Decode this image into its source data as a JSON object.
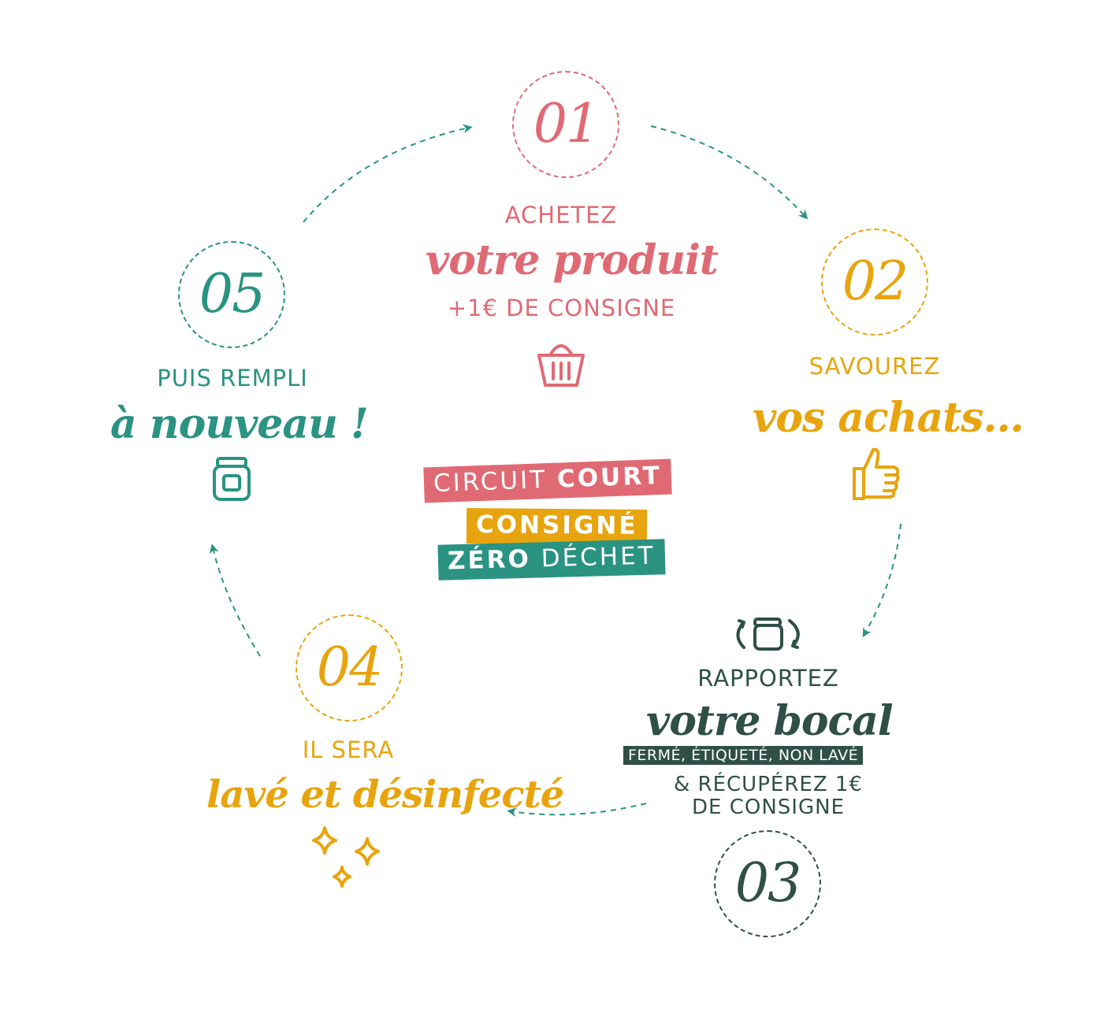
{
  "colors": {
    "red": "#e06a74",
    "orange": "#e8a40e",
    "teal": "#2a9382",
    "dark_green": "#2f4f47"
  },
  "steps": [
    {
      "number": "01",
      "line1": "ACHETEZ",
      "script": "votre produit",
      "line3": "+1€ DE CONSIGNE",
      "icon": "basket-icon"
    },
    {
      "number": "02",
      "line1": "SAVOUREZ",
      "script": "vos achats...",
      "icon": "thumbs-up-icon"
    },
    {
      "number": "03",
      "line1": "RAPPORTEZ",
      "script": "votre bocal",
      "tag": "FERMÉ, ÉTIQUETÉ, NON LAVÉ",
      "line4": "& RÉCUPÉREZ 1€",
      "line5": "DE CONSIGNE",
      "icon": "jar-return-icon"
    },
    {
      "number": "04",
      "line1": "IL SERA",
      "script": "lavé et désinfecté",
      "icon": "sparkles-icon"
    },
    {
      "number": "05",
      "line1": "PUIS REMPLI",
      "script": "à nouveau !",
      "icon": "jar-icon"
    }
  ],
  "center": {
    "badge1": {
      "light": "CIRCUIT",
      "bold": "COURT"
    },
    "badge2": {
      "bold": "CONSIGNÉ"
    },
    "badge3": {
      "bold": "ZÉRO",
      "light": "DÉCHET"
    }
  }
}
